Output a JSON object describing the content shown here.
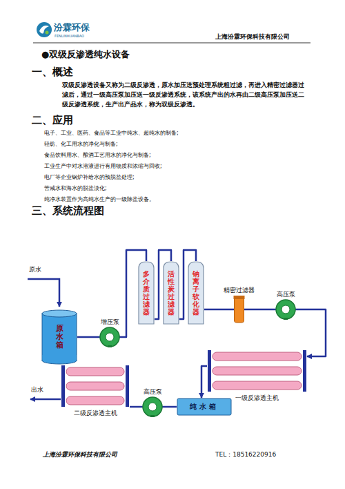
{
  "diagram": {
    "title": "●双级反渗透纯水设备",
    "nodes": [
      {
        "text": [
          "原水箱"
        ]
      },
      {
        "text": [
          "增压泵"
        ]
      },
      {
        "text": [
          "多介质过滤器"
        ]
      },
      {
        "text": [
          "活性炭过滤器"
        ]
      },
      {
        "text": [
          "钠离子软化器"
        ]
      },
      {
        "text": [
          "精密过滤器"
        ]
      },
      {
        "text": [
          "高压泵"
        ]
      },
      {
        "text": [
          "一级反渗透主机"
        ]
      },
      {
        "text": [
          "纯水箱"
        ]
      },
      {
        "text": [
          "高压泵"
        ]
      },
      {
        "text": [
          "二级反渗透主机"
        ]
      }
    ],
    "edges": [
      {
        "from": 0,
        "to": 1,
        "arrow": "none"
      },
      {
        "from": 1,
        "to": 2,
        "arrow": "none"
      },
      {
        "from": 2,
        "to": 3,
        "arrow": "none"
      },
      {
        "from": 3,
        "to": 4,
        "arrow": "none"
      },
      {
        "from": 4,
        "to": 5,
        "arrow": "none"
      },
      {
        "from": 5,
        "to": 6,
        "arrow": "none"
      },
      {
        "from": 6,
        "to": 7,
        "arrow": "to"
      },
      {
        "from": 7,
        "to": 8,
        "arrow": "to"
      },
      {
        "from": 8,
        "to": 9,
        "arrow": "none"
      },
      {
        "from": 9,
        "to": 10,
        "arrow": "none"
      }
    ],
    "labels": [
      "汾霖环保",
      "FENLINHUANBAO",
      "上海汾霖环保科技有限公司",
      "一、概述",
      "双级反渗透设备又称为二级反渗透，原水加压送预处理系统粗过滤，再进入精密过滤器过滤后，通过一级高压泵加压送一级反渗透系统，该系统产出的水再由二级高压泵加压送二级反渗透系统，生产出产品水，称为双级反渗透。",
      "二、应用",
      "电子、工业、医药、食品等工业中纯水、超纯水的制备;",
      "轻纺、化工用水的净化与制备;",
      "食品饮料用水、酿酒工艺用水的净化与制备;",
      "工业生产中对水溶液进行有用物质和浓缩与回收;",
      "电厂等企业锅炉补给水的预脱盐处理;",
      "苦咸水和海水的脱盐淡化;",
      "纯净水装置作为高纯水生产的一级除盐设备。",
      "三、系统流程图",
      "原水",
      "出水",
      "上海汾霖环保科技有限公司",
      "TEL：18516220916"
    ]
  }
}
